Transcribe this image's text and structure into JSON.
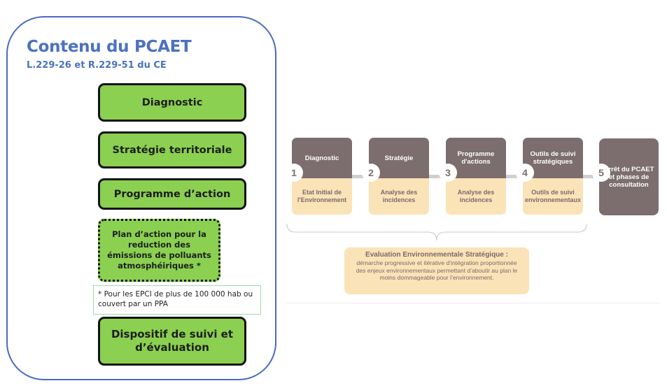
{
  "left": {
    "title": "Contenu du PCAET",
    "subtitle": "L.229-26 et R.229-51 du CE",
    "boxes": [
      "Diagnostic",
      "Stratégie territoriale",
      "Programme d’action",
      "Plan d’action pour la reduction des émissions de polluants atmosphéiriques *",
      "Dispositif de suivi et d’évaluation"
    ],
    "note": "* Pour les EPCI de plus de 100 000 hab ou couvert par un PPA"
  },
  "steps": [
    {
      "num": "1",
      "top": "Diagnostic",
      "bottom": "Etat Initial de l'Environnement"
    },
    {
      "num": "2",
      "top": "Stratégie",
      "bottom": "Analyse des incidences"
    },
    {
      "num": "3",
      "top": "Programme d'actions",
      "bottom": "Analyse des incidences"
    },
    {
      "num": "4",
      "top": "Outils de suivi stratégiques",
      "bottom": "Outils de suivi environnementaux"
    }
  ],
  "final": {
    "num": "5",
    "label": "Arrêt du PCAET et phases de consultation"
  },
  "ees": {
    "heading": "Evaluation Environnementale Stratégique :",
    "text": "démarche progressive et itérative d’intégration proportionnée des enjeux environnementaux permettant d’aboutir au plan le moins dommageable pour l’environnement."
  }
}
